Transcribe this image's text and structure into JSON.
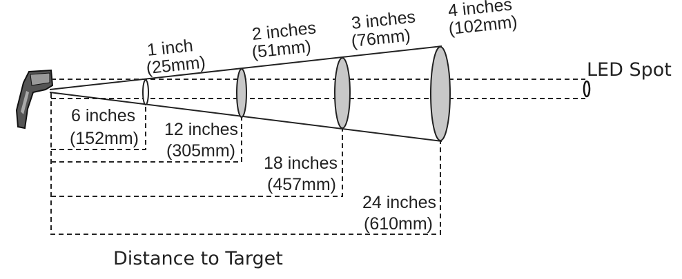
{
  "spot_sizes": [
    {
      "line1": "1 inch",
      "line2": "(25mm)"
    },
    {
      "line1": "2 inches",
      "line2": "(51mm)"
    },
    {
      "line1": "3 inches",
      "line2": "(76mm)"
    },
    {
      "line1": "4 inches",
      "line2": "(102mm)"
    }
  ],
  "distances": [
    {
      "line1": "6 inches",
      "line2": "(152mm)"
    },
    {
      "line1": "12 inches",
      "line2": "(305mm)"
    },
    {
      "line1": "18 inches",
      "line2": "(457mm)"
    },
    {
      "line1": "24 inches",
      "line2": "(610mm)"
    }
  ],
  "led_spot_label": "LED Spot",
  "distance_caption": "Distance to Target"
}
